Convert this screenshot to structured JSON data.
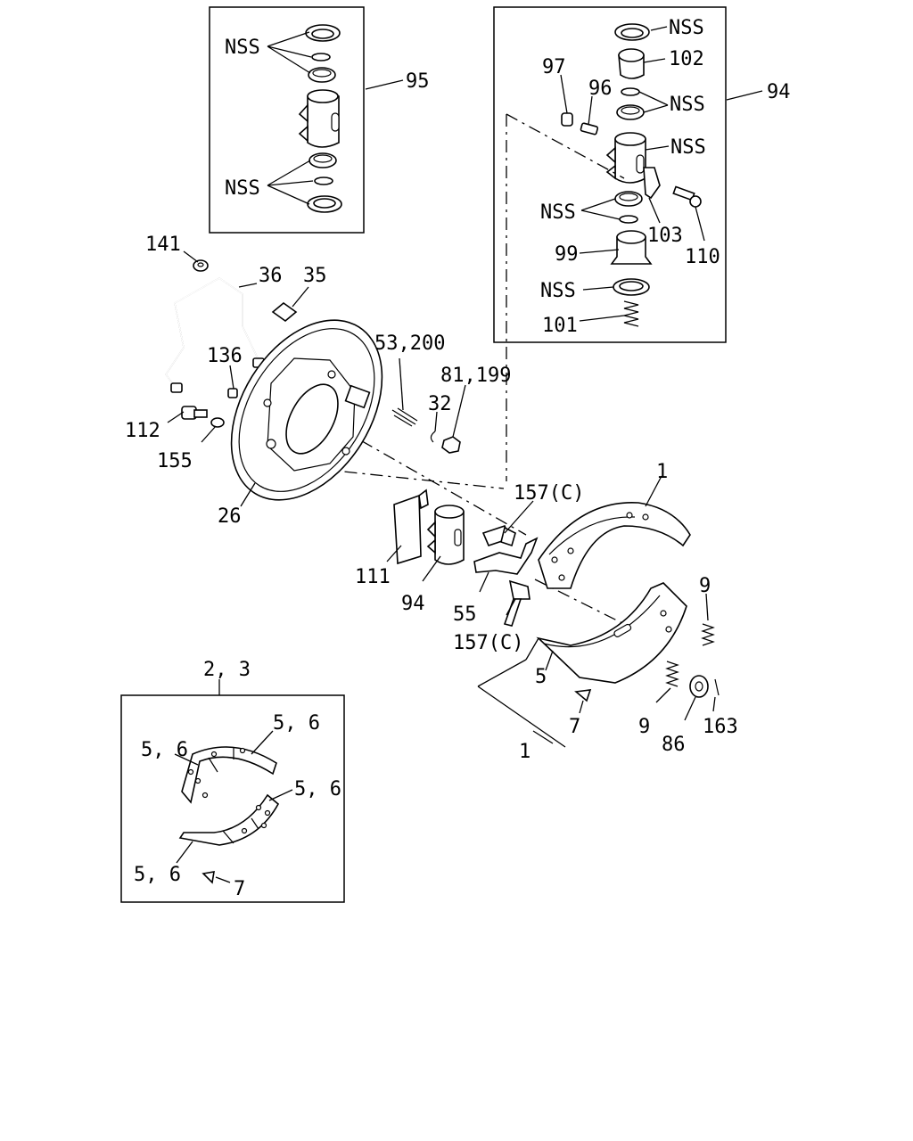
{
  "labels": {
    "nss_95_top": "NSS",
    "nss_95_bottom": "NSS",
    "p95": "95",
    "nss_94_1": "NSS",
    "p102": "102",
    "p97": "97",
    "p96": "96",
    "nss_94_2": "NSS",
    "p94_box": "94",
    "nss_94_3": "NSS",
    "nss_94_4": "NSS",
    "p103": "103",
    "p110": "110",
    "p99": "99",
    "nss_94_5": "NSS",
    "p101": "101",
    "p141": "141",
    "p36": "36",
    "p35": "35",
    "p136": "136",
    "p53_200": "53,200",
    "p81_199": "81,199",
    "p32": "32",
    "p112": "112",
    "p155": "155",
    "p26": "26",
    "p157c_top": "157(C)",
    "p1_top": "1",
    "p111": "111",
    "p94_lower": "94",
    "p55": "55",
    "p157c_bottom": "157(C)",
    "p9_top": "9",
    "p5": "5",
    "p7_main": "7",
    "p9_bottom": "9",
    "p86": "86",
    "p163": "163",
    "p1_bottom": "1",
    "p2_3": "2, 3",
    "p56_a": "5, 6",
    "p56_b": "5, 6",
    "p56_c": "5, 6",
    "p56_d": "5, 6",
    "p7_inset": "7"
  }
}
